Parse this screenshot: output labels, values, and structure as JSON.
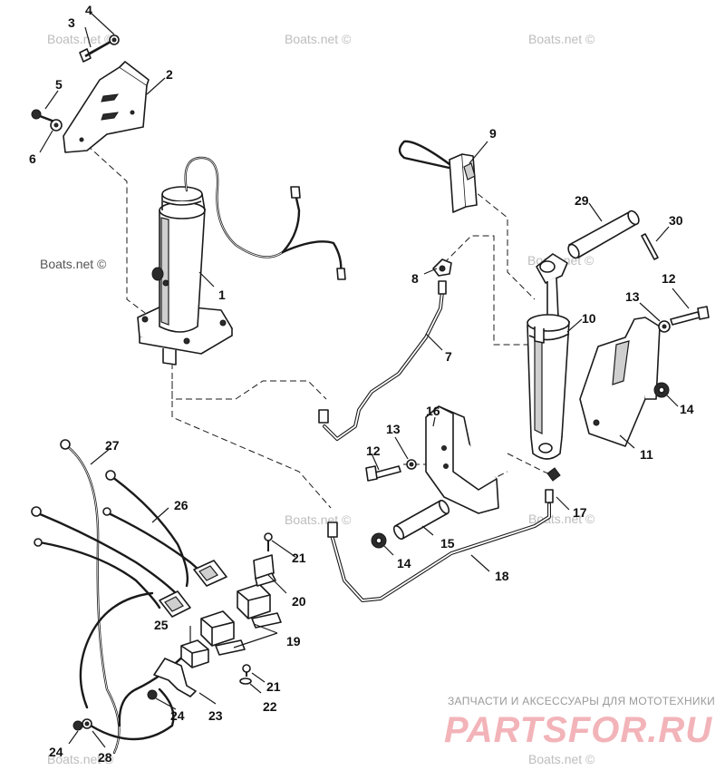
{
  "diagram": {
    "callouts": [
      "1",
      "2",
      "3",
      "4",
      "5",
      "6",
      "7",
      "8",
      "9",
      "10",
      "11",
      "12",
      "13",
      "14",
      "15",
      "16",
      "17",
      "18",
      "19",
      "20",
      "21",
      "22",
      "23",
      "24",
      "25",
      "26",
      "27",
      "28",
      "29",
      "30"
    ],
    "callouts_duplicate": [
      "12",
      "13",
      "14",
      "21",
      "24"
    ],
    "watermark": "Boats.net ©",
    "footer_shop_line": "ЗАПЧАСТИ И АКСЕССУАРЫ ДЛЯ МОТОТЕХНИКИ",
    "footer_logo": "PARTSFOR.RU"
  }
}
